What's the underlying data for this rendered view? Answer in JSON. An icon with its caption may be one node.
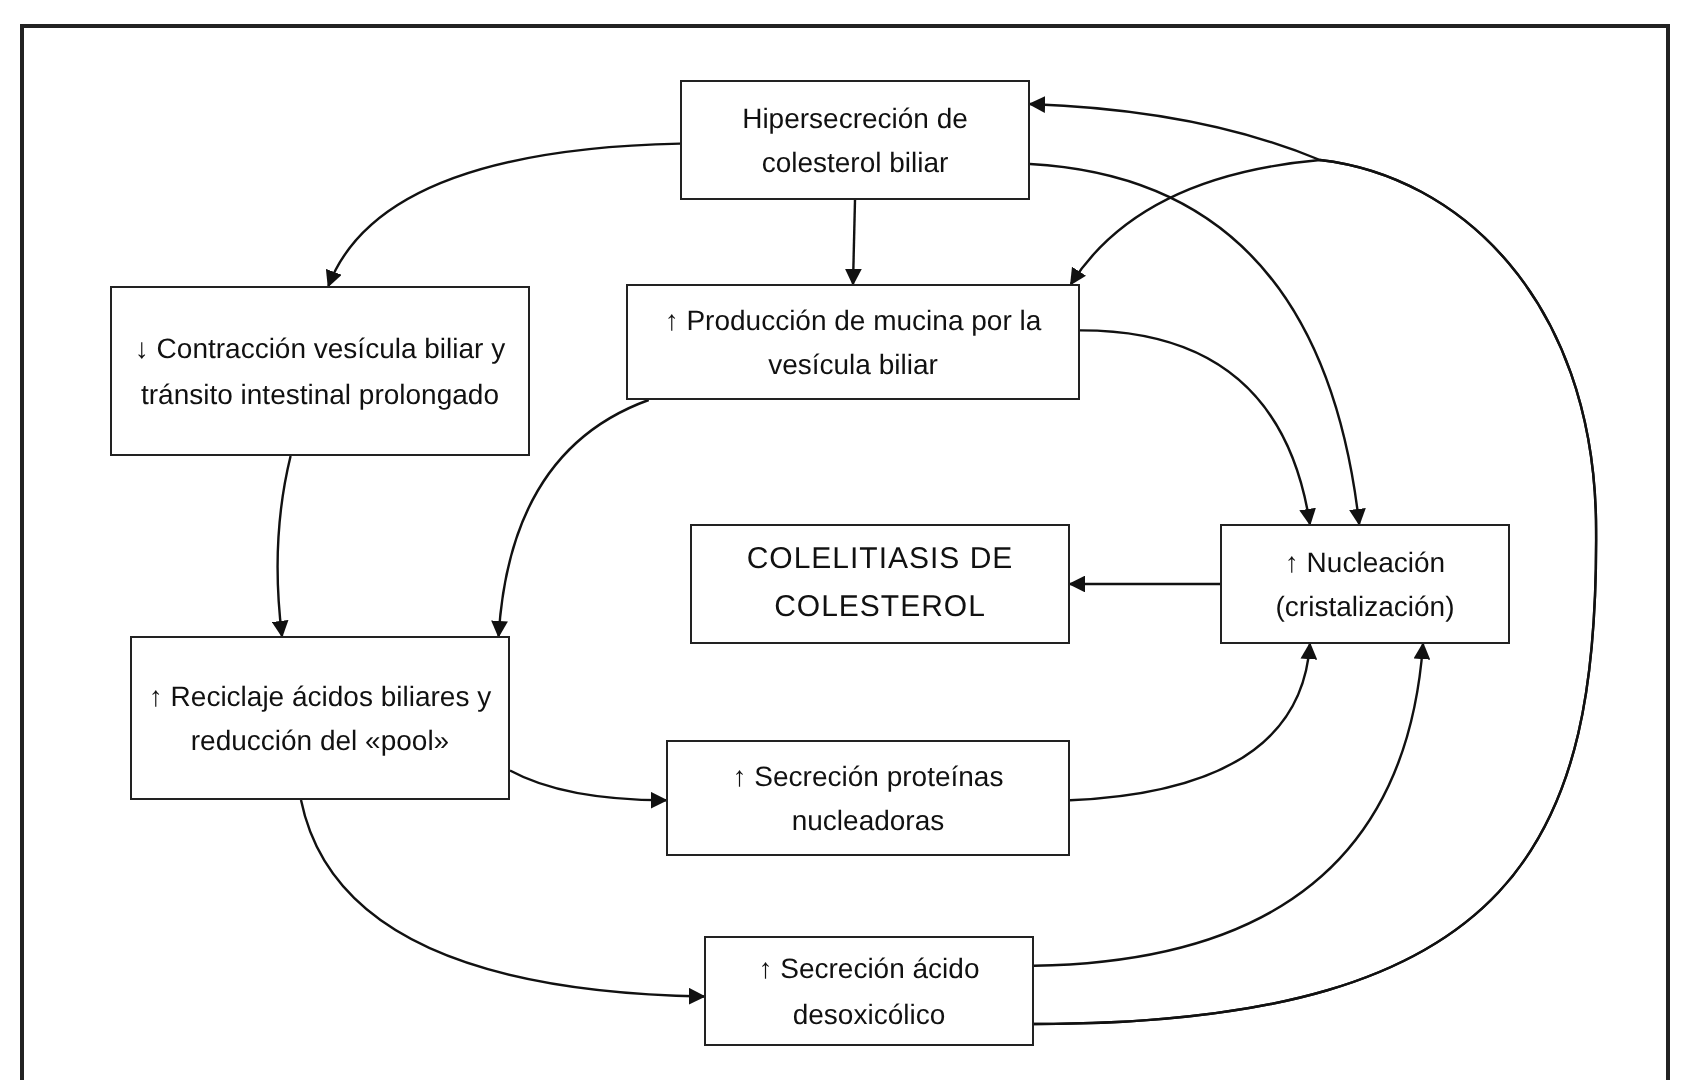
{
  "diagram": {
    "nodes": [
      {
        "text": [
          "Hipersecreción de colesterol biliar"
        ]
      },
      {
        "text": [
          "↓ Contracción vesícula biliar y tránsito intestinal prolongado"
        ]
      },
      {
        "text": [
          "↑ Producción de mucina por la vesícula biliar"
        ]
      },
      {
        "text": [
          "COLELITIASIS DE COLESTEROL"
        ]
      },
      {
        "text": [
          "↑ Nucleación (cristalización)"
        ]
      },
      {
        "text": [
          "↑ Reciclaje ácidos biliares y reducción del «pool»"
        ]
      },
      {
        "text": [
          "↑ Secreción proteínas nucleadoras"
        ]
      },
      {
        "text": [
          "↑ Secreción ácido desoxicólico"
        ]
      }
    ],
    "edges": [
      {
        "from": 0,
        "to": 1,
        "arrow": "to"
      },
      {
        "from": 0,
        "to": 2,
        "arrow": "to"
      },
      {
        "from": 0,
        "to": 4,
        "arrow": "to"
      },
      {
        "from": 2,
        "to": 4,
        "arrow": "to"
      },
      {
        "from": 2,
        "to": 5,
        "arrow": "to"
      },
      {
        "from": 1,
        "to": 5,
        "arrow": "to"
      },
      {
        "from": 4,
        "to": 3,
        "arrow": "to"
      },
      {
        "from": 5,
        "to": 6,
        "arrow": "to"
      },
      {
        "from": 5,
        "to": 7,
        "arrow": "to"
      },
      {
        "from": 6,
        "to": 4,
        "arrow": "to"
      },
      {
        "from": 7,
        "to": 4,
        "arrow": "to"
      },
      {
        "from": 7,
        "to": 0,
        "arrow": "to"
      },
      {
        "from": 7,
        "to": 2,
        "arrow": "to"
      }
    ]
  }
}
